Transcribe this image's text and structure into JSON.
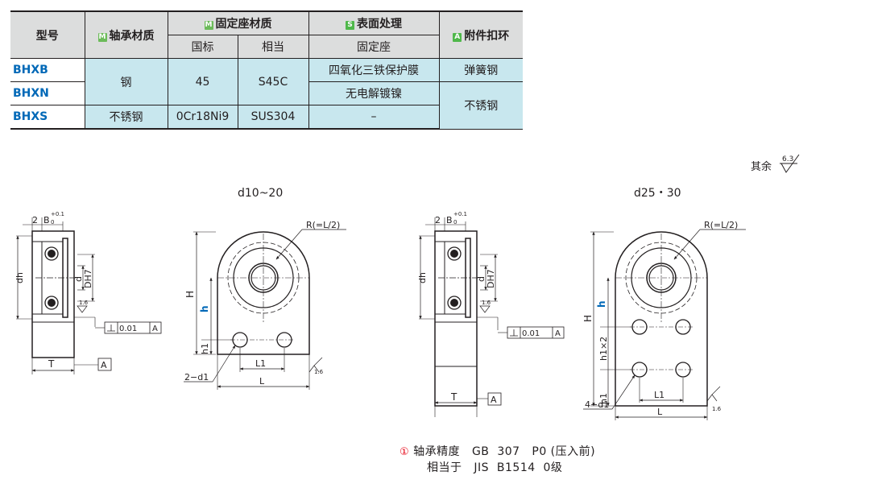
{
  "table": {
    "headers": {
      "model": "型号",
      "bearing_material": {
        "badge": "M",
        "label": "轴承材质"
      },
      "seat_material": {
        "badge": "M",
        "label": "固定座材质"
      },
      "seat_gb": "国标",
      "seat_equiv": "相当",
      "surface": {
        "badge": "S",
        "label": "表面处理"
      },
      "surface_sub": "固定座",
      "clip": {
        "badge": "A",
        "label": "附件扣环"
      }
    },
    "rows": [
      {
        "model": "BHXB",
        "bearing": "钢",
        "gb": "45",
        "equiv": "S45C",
        "surface": "四氧化三铁保护膜",
        "clip": "弹簧钢"
      },
      {
        "model": "BHXN",
        "surface": "无电解镀镍",
        "clip": "不锈钢"
      },
      {
        "model": "BHXS",
        "bearing": "不锈钢",
        "gb": "0Cr18Ni9",
        "equiv": "SUS304",
        "surface": "–"
      }
    ]
  },
  "drawing": {
    "roughness_note": "其余",
    "roughness_value": "6.3",
    "small_title": "d10~20",
    "large_title": "d25・30",
    "labels": {
      "two": "2",
      "b_tol": "B",
      "tol_upper": "+0.1",
      "tol_lower": "0",
      "dh": "dh",
      "d": "d",
      "dh7": "DH7",
      "surface_16": "1.6",
      "flatness": "0.01",
      "datum": "A",
      "t": "T",
      "h_cap": "H",
      "h": "h",
      "h1": "h1",
      "h1x2": "h1×2",
      "r": "R(=L/2)",
      "l1": "L1",
      "l": "L",
      "holes_small": "2−d1",
      "holes_large": "4−d1"
    }
  },
  "notes": {
    "icon": "①",
    "line1": "轴承精度   GB  307   P0 (压入前)",
    "line2": "相当于   JIS  B1514  0级"
  },
  "colors": {
    "header_bg": "#dcdddd",
    "body_bg": "#c8e7ee",
    "model_blue": "#0068b7",
    "badge_green": "#6cbb5a",
    "note_red": "#e60012"
  }
}
